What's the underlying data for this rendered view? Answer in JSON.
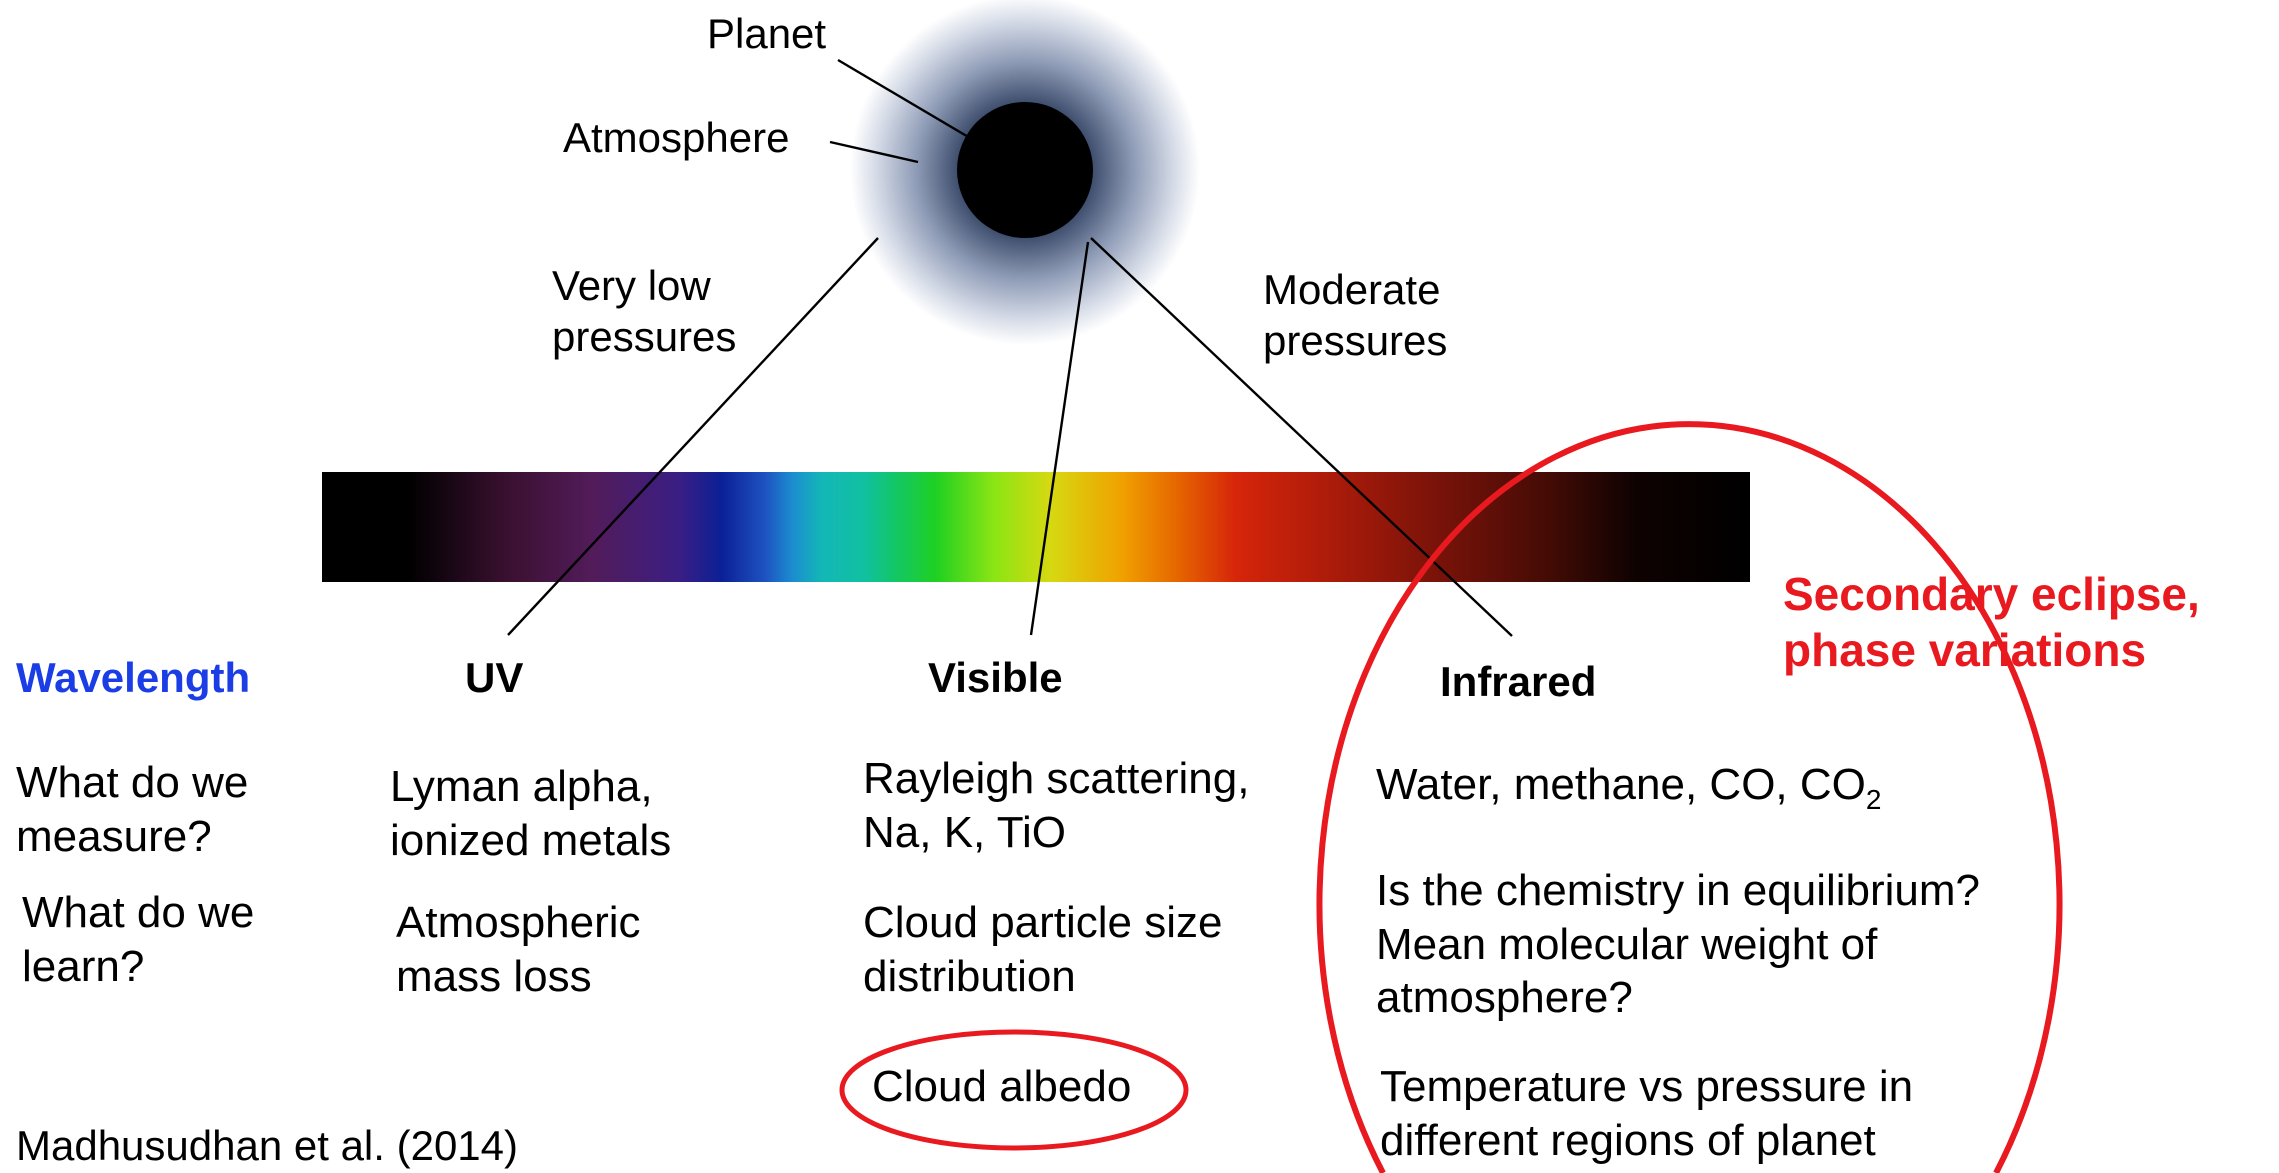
{
  "diagram": {
    "labels": {
      "planet": "Planet",
      "atmosphere": "Atmosphere",
      "low_pressure": [
        "Very low",
        "pressures"
      ],
      "moderate_pressure": [
        "Moderate",
        "pressures"
      ]
    },
    "spectrum_stops": [
      {
        "offset": "0",
        "color": "#000000"
      },
      {
        "offset": "0.06",
        "color": "#000000"
      },
      {
        "offset": "0.13",
        "color": "#3a1030"
      },
      {
        "offset": "0.19",
        "color": "#521c5a"
      },
      {
        "offset": "0.25",
        "color": "#3a1e84"
      },
      {
        "offset": "0.28",
        "color": "#0b2096"
      },
      {
        "offset": "0.31",
        "color": "#1e52c0"
      },
      {
        "offset": "0.33",
        "color": "#1b8ed0"
      },
      {
        "offset": "0.35",
        "color": "#13b7b7"
      },
      {
        "offset": "0.38",
        "color": "#11c0a0"
      },
      {
        "offset": "0.40",
        "color": "#12c66a"
      },
      {
        "offset": "0.43",
        "color": "#1fd022"
      },
      {
        "offset": "0.47",
        "color": "#8ae514"
      },
      {
        "offset": "0.51",
        "color": "#d6d911"
      },
      {
        "offset": "0.56",
        "color": "#f0a100"
      },
      {
        "offset": "0.60",
        "color": "#e66400"
      },
      {
        "offset": "0.64",
        "color": "#d6250a"
      },
      {
        "offset": "0.70",
        "color": "#b01c0a"
      },
      {
        "offset": "0.78",
        "color": "#7a1309"
      },
      {
        "offset": "0.86",
        "color": "#430b05"
      },
      {
        "offset": "0.92",
        "color": "#0e0201"
      },
      {
        "offset": "1",
        "color": "#000000"
      }
    ],
    "wavelength_label": "Wavelength",
    "bands": [
      "UV",
      "Visible",
      "Infrared"
    ],
    "row_questions": {
      "measure": [
        "What do we",
        "measure?"
      ],
      "learn": [
        "What do we",
        "learn?"
      ]
    },
    "uv": {
      "measure": [
        "Lyman alpha,",
        "ionized metals"
      ],
      "learn": [
        "Atmospheric",
        "mass loss"
      ]
    },
    "visible": {
      "measure": [
        "Rayleigh scattering,",
        "Na, K, TiO"
      ],
      "learn": [
        "Cloud particle size",
        "distribution"
      ],
      "highlight": "Cloud albedo"
    },
    "infrared": {
      "measure": "Water, methane, CO, CO",
      "measure_subscript": "2",
      "learn": [
        "Is the chemistry in equilibrium?",
        "Mean molecular weight of",
        "atmosphere?"
      ],
      "highlight": [
        "Temperature vs pressure in",
        "different regions of planet"
      ]
    },
    "callout": [
      "Secondary eclipse,",
      "phase variations"
    ],
    "citation": "Madhusudhan et al. (2014)",
    "colors": {
      "blue_text": "#1a3de6",
      "red_text": "#e8191f",
      "planet": "#000000",
      "atmosphere_halo": "#8e9bb6"
    }
  }
}
